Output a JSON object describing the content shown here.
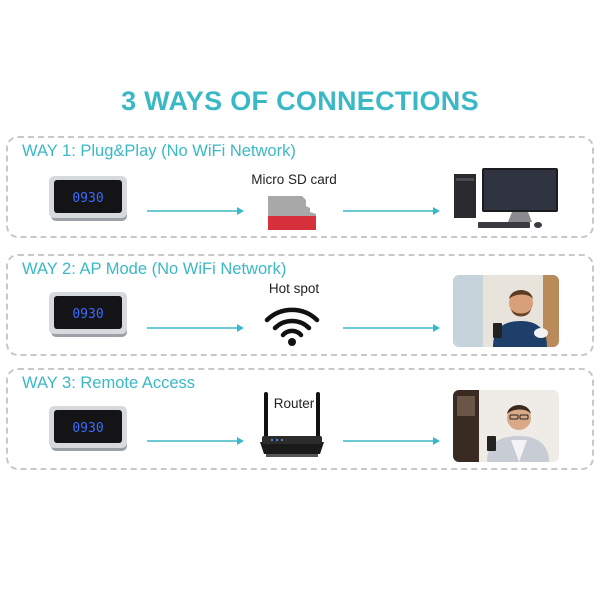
{
  "title": "3 WAYS OF CONNECTIONS",
  "colors": {
    "accent": "#3bb8c6",
    "clock_display": "#3a6bff",
    "sd_card_red": "#d6303a"
  },
  "ways": [
    {
      "label": "WAY 1: Plug&Play (No WiFi Network)",
      "middle_label": "Micro SD card",
      "middle_icon": "sd-card-icon",
      "end_image": "desktop-computer-icon",
      "clock_time": "0930"
    },
    {
      "label": "WAY 2: AP Mode (No WiFi Network)",
      "middle_label": "Hot spot",
      "middle_icon": "wifi-icon",
      "end_image": "man-with-phone-photo",
      "clock_time": "0930"
    },
    {
      "label": "WAY 3: Remote Access",
      "middle_label": "Router",
      "middle_icon": "router-icon",
      "end_image": "man-with-phone-photo",
      "clock_time": "0930"
    }
  ]
}
